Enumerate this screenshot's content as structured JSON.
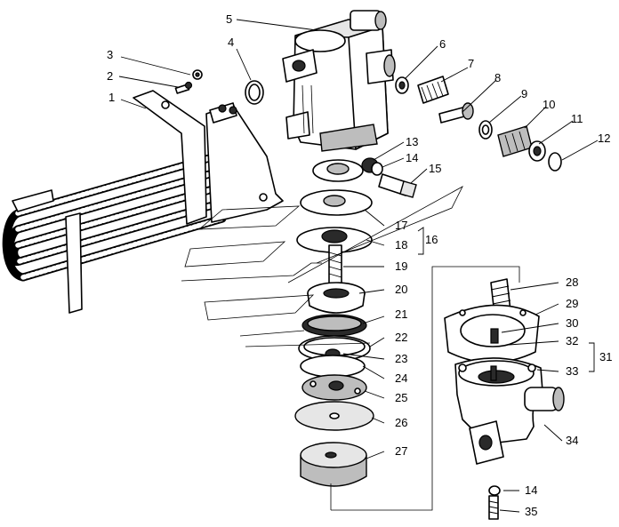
{
  "callouts": [
    {
      "id": "c1",
      "text": "1"
    },
    {
      "id": "c2",
      "text": "2"
    },
    {
      "id": "c3",
      "text": "3"
    },
    {
      "id": "c4",
      "text": "4"
    },
    {
      "id": "c5",
      "text": "5"
    },
    {
      "id": "c6",
      "text": "6"
    },
    {
      "id": "c7",
      "text": "7"
    },
    {
      "id": "c8",
      "text": "8"
    },
    {
      "id": "c9",
      "text": "9"
    },
    {
      "id": "c10",
      "text": "10"
    },
    {
      "id": "c11",
      "text": "11"
    },
    {
      "id": "c12",
      "text": "12"
    },
    {
      "id": "c13",
      "text": "13"
    },
    {
      "id": "c14",
      "text": "14"
    },
    {
      "id": "c15",
      "text": "15"
    },
    {
      "id": "c16",
      "text": "16"
    },
    {
      "id": "c17",
      "text": "17"
    },
    {
      "id": "c18",
      "text": "18"
    },
    {
      "id": "c19",
      "text": "19"
    },
    {
      "id": "c20",
      "text": "20"
    },
    {
      "id": "c21",
      "text": "21"
    },
    {
      "id": "c22",
      "text": "22"
    },
    {
      "id": "c23",
      "text": "23"
    },
    {
      "id": "c24",
      "text": "24"
    },
    {
      "id": "c25",
      "text": "25"
    },
    {
      "id": "c26",
      "text": "26"
    },
    {
      "id": "c27",
      "text": "27"
    },
    {
      "id": "c28",
      "text": "28"
    },
    {
      "id": "c29",
      "text": "29"
    },
    {
      "id": "c30",
      "text": "30"
    },
    {
      "id": "c31",
      "text": "31"
    },
    {
      "id": "c32",
      "text": "32"
    },
    {
      "id": "c33",
      "text": "33"
    },
    {
      "id": "c34",
      "text": "34"
    },
    {
      "id": "c14b",
      "text": "14"
    },
    {
      "id": "c35",
      "text": "35"
    }
  ]
}
